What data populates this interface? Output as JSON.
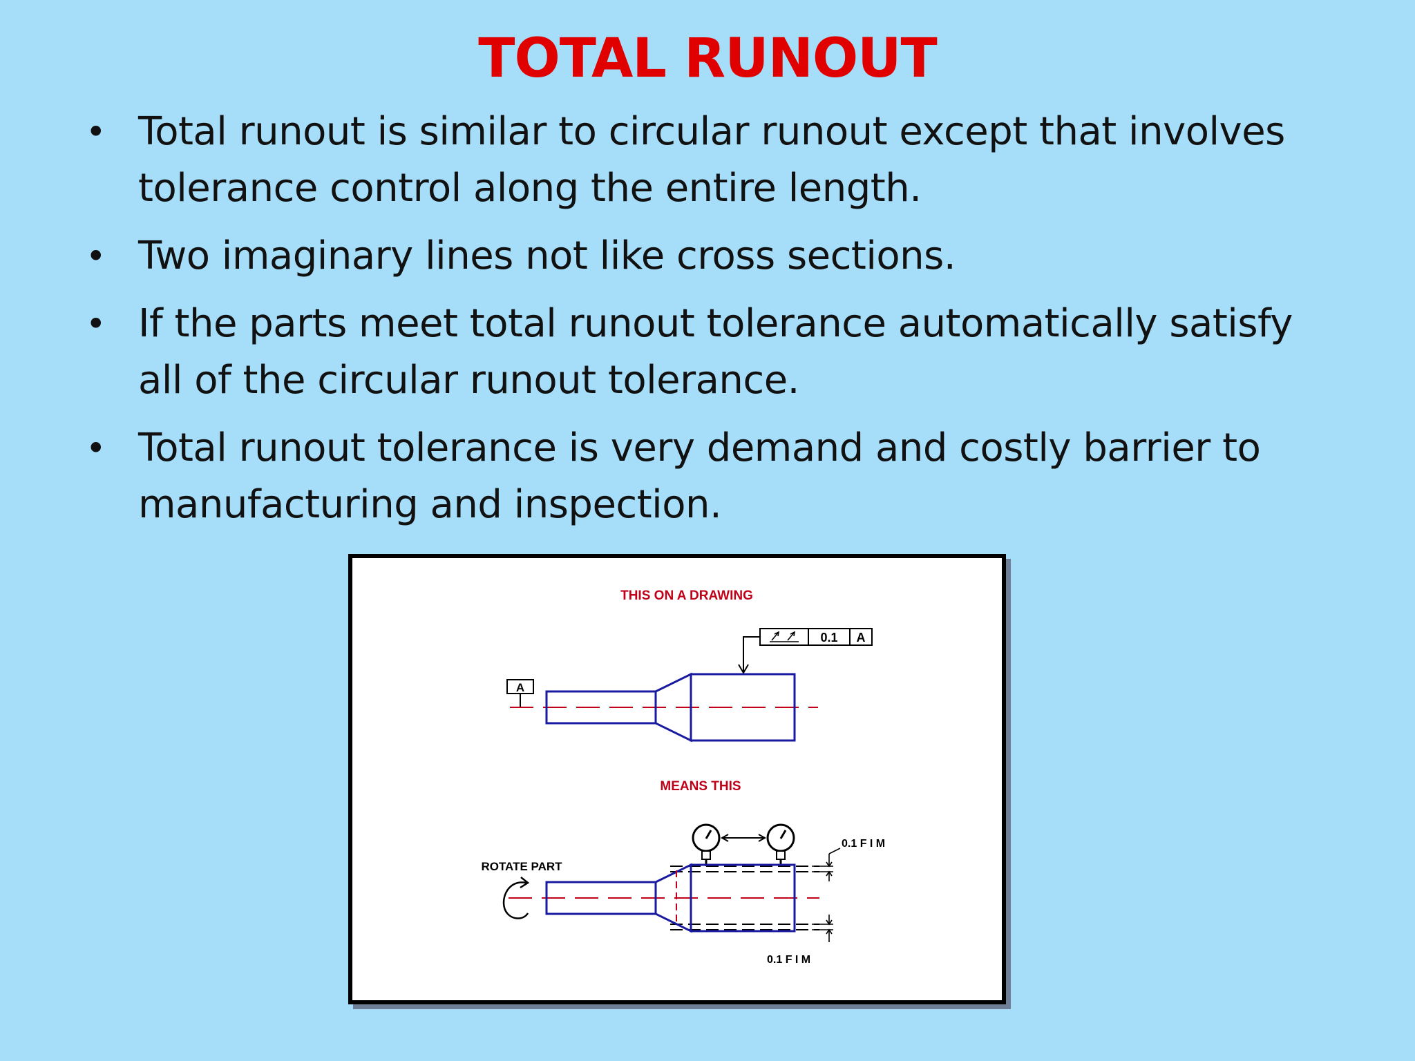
{
  "slide": {
    "title": "TOTAL RUNOUT",
    "title_color": "#e00000",
    "background_color": "#a6defa",
    "bullets": [
      {
        "text": "Total runout is similar to circular runout except that involves tolerance control along the entire length."
      },
      {
        "text": "Two imaginary lines not like cross sections."
      },
      {
        "text": "If the parts meet total runout tolerance automatically satisfy all of the circular runout tolerance."
      },
      {
        "text": "Total runout tolerance is very demand and costly barrier to manufacturing and inspection."
      }
    ]
  },
  "figure": {
    "caption_top": "THIS ON A DRAWING",
    "caption_bottom": "MEANS THIS",
    "feature_control_frame": {
      "tolerance": "0.1",
      "datum": "A"
    },
    "datum_label": "A",
    "rotate_label": "ROTATE PART",
    "fim_top": "0.1 F I M",
    "fim_bottom": "0.1 F I M",
    "caption_color": "#c00018",
    "part_color": "#1a1aa0",
    "centerline_color": "#c00018"
  }
}
